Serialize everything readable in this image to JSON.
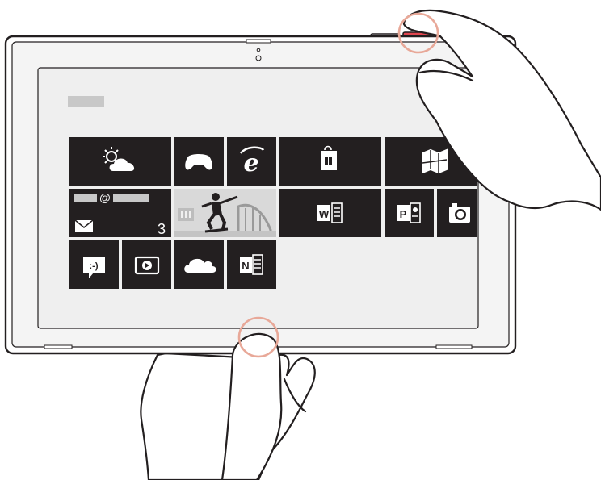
{
  "colors": {
    "tile": "#231f20",
    "screen": "#efefef",
    "bezel": "#f4f4f4",
    "outline": "#231f20",
    "highlight_ring": "#e8a898",
    "power_button": "#e0464f",
    "windows_logo": "#e0464f",
    "placeholder_bar": "#c8c8c8"
  },
  "header": {
    "user_name_placeholder": "user-name-placeholder",
    "account_placeholder": "account-placeholder"
  },
  "tiles": {
    "weather": {
      "icon": "weather-icon"
    },
    "games": {
      "icon": "xbox-controller-icon"
    },
    "internet_explorer": {
      "icon": "internet-explorer-icon"
    },
    "store": {
      "icon": "store-bag-icon"
    },
    "maps": {
      "icon": "maps-icon"
    },
    "mail": {
      "icon": "mail-envelope-icon",
      "at_sign": "@",
      "unread_count": "3"
    },
    "photos": {
      "icon": "skateboarder-photo-icon"
    },
    "word": {
      "icon": "word-icon"
    },
    "powerpoint": {
      "icon": "powerpoint-icon"
    },
    "camera": {
      "icon": "camera-icon"
    },
    "messaging": {
      "icon": "messaging-icon"
    },
    "video": {
      "icon": "video-icon"
    },
    "onedrive": {
      "icon": "cloud-icon"
    },
    "onenote": {
      "icon": "onenote-icon"
    }
  },
  "annotations": {
    "power_button_circle": "power-button-highlight",
    "windows_button_circle": "windows-button-highlight"
  }
}
